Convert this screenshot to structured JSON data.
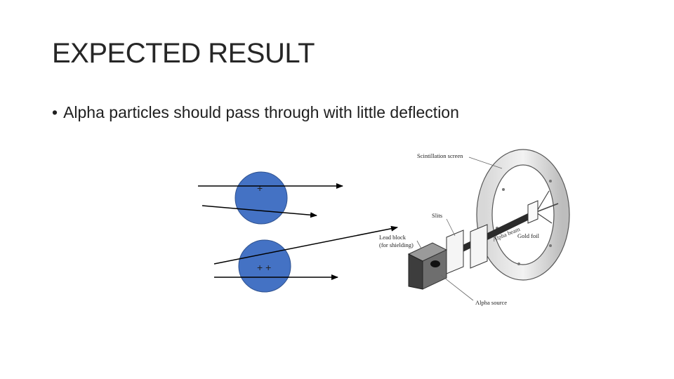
{
  "slide": {
    "title": "EXPECTED RESULT",
    "bullet": "Alpha particles  should pass through with little deflection"
  },
  "atom_diagram": {
    "atom_fill": "#4472c4",
    "atom1_charge": "+",
    "atom2_charge": "++"
  },
  "apparatus": {
    "scintillation_screen": "Scintillation screen",
    "slits": "Slits",
    "lead_block_line1": "Lead block",
    "lead_block_line2": "(for shielding)",
    "alpha_beam": "Alpha beam",
    "gold_foil": "Gold foil",
    "alpha_source": "Alpha source"
  }
}
